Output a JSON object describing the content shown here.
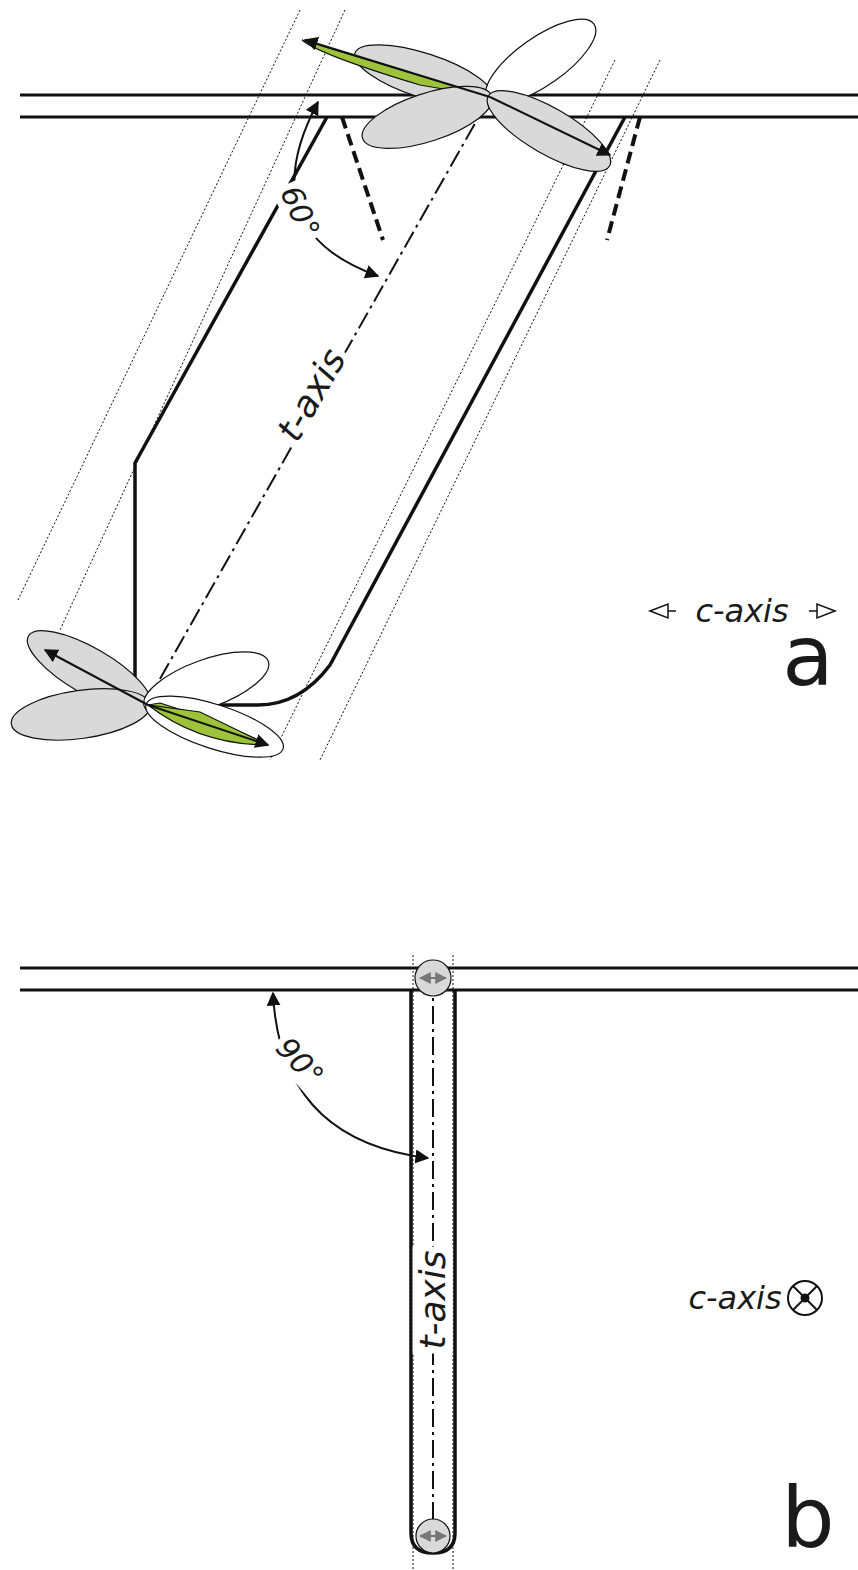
{
  "diagram": {
    "labels": [
      "60°",
      "t-axis",
      "c-axis",
      "a",
      "90°",
      "t-axis",
      "c-axis",
      "b"
    ]
  }
}
